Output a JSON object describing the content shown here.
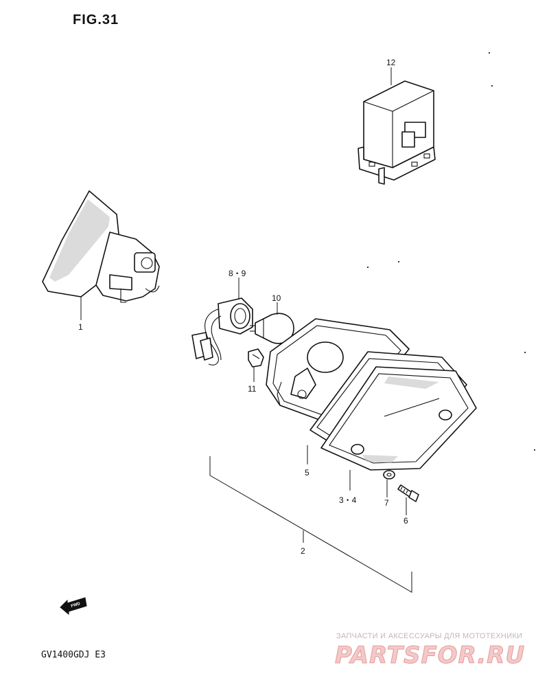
{
  "figure_title": "FIG.31",
  "model_code": "GV1400GDJ E3",
  "fwd_label": "FWD",
  "watermark": {
    "caption": "ЗАПЧАСТИ И АКСЕССУАРЫ ДЛЯ МОТОТЕХНИКИ",
    "logo": "PARTSFOR.RU"
  },
  "callouts": {
    "c1": "1",
    "c2": "2",
    "c34": "3・4",
    "c5": "5",
    "c6": "6",
    "c7": "7",
    "c89": "8・9",
    "c10": "10",
    "c11": "11",
    "c12": "12"
  },
  "colors": {
    "line": "#111111",
    "watermark": "#e79a9a"
  }
}
